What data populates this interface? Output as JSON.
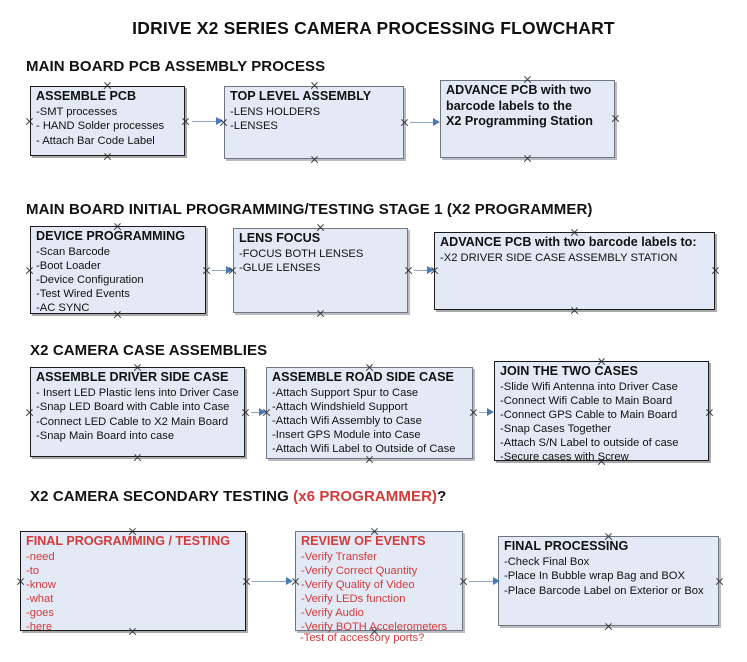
{
  "document": {
    "title": "IDRIVE X2  SERIES CAMERA PROCESSING FLOWCHART",
    "colors": {
      "box_fill": "#e3eaf5",
      "box_border": "#1b1b1b",
      "accent_red": "#d33a3a",
      "connector": "#8ba6c6",
      "arrow": "#4a7ab5"
    }
  },
  "sections": [
    {
      "heading": "MAIN BOARD PCB ASSEMBLY PROCESS",
      "heading_accent": "",
      "boxes": [
        {
          "title": "ASSEMBLE PCB",
          "lines": [
            "-SMT processes",
            "- HAND Solder processes",
            "- Attach Bar Code Label"
          ]
        },
        {
          "title": "TOP LEVEL ASSEMBLY",
          "lines": [
            "-LENS HOLDERS",
            "-LENSES"
          ]
        },
        {
          "title": "ADVANCE PCB with two",
          "lines": [
            "barcode labels to the",
            " X2 Programming Station"
          ]
        }
      ]
    },
    {
      "heading": "MAIN BOARD INITIAL PROGRAMMING/TESTING STAGE 1 (X2 PROGRAMMER)",
      "heading_accent": "",
      "boxes": [
        {
          "title": "DEVICE PROGRAMMING",
          "lines": [
            "-Scan Barcode",
            "-Boot Loader",
            "-Device Configuration",
            "-Test Wired Events",
            "-AC SYNC"
          ]
        },
        {
          "title": "LENS FOCUS",
          "lines": [
            "-FOCUS BOTH LENSES",
            "-GLUE LENSES"
          ]
        },
        {
          "title": "ADVANCE PCB with two barcode labels to:",
          "lines": [
            "-X2 DRIVER  SIDE  CASE  ASSEMBLY STATION"
          ]
        }
      ]
    },
    {
      "heading": "X2 CAMERA CASE ASSEMBLIES",
      "heading_accent": "",
      "boxes": [
        {
          "title": "ASSEMBLE DRIVER SIDE CASE",
          "lines": [
            "- Insert LED Plastic lens into Driver Case",
            "-Snap LED Board with Cable into Case",
            "-Connect LED Cable to X2 Main Board",
            "-Snap Main Board into case"
          ]
        },
        {
          "title": "ASSEMBLE ROAD SIDE CASE",
          "lines": [
            "-Attach Support Spur to Case",
            "-Attach Windshield Support",
            "-Attach Wifi Assembly to Case",
            "-Insert GPS Module into Case",
            "-Attach Wifi Label to Outside of Case"
          ]
        },
        {
          "title": "JOIN THE TWO CASES",
          "lines": [
            "-Slide Wifi Antenna into Driver Case",
            "-Connect Wifi Cable to Main Board",
            "-Connect GPS Cable to Main Board",
            "-Snap Cases Together",
            "-Attach S/N Label to outside of case",
            "-Secure cases with Screw"
          ]
        }
      ]
    },
    {
      "heading": "X2 CAMERA SECONDARY TESTING ",
      "heading_accent": "(x6 PROGRAMMER)",
      "heading_tail": "?",
      "boxes": [
        {
          "title": "FINAL PROGRAMMING / TESTING",
          "lines": [
            "-need",
            "-to",
            "-know",
            "-what",
            "-goes",
            "-here"
          ]
        },
        {
          "title": "REVIEW OF EVENTS",
          "lines": [
            "-Verify Transfer",
            "-Verify Correct Quantity",
            "-Verify Quality of Video",
            "-Verify LEDs function",
            "-Verify Audio",
            "-Verify BOTH Accelerometers"
          ],
          "overflow_line": "-Test of accessory ports?"
        },
        {
          "title": "FINAL PROCESSING",
          "lines": [
            " -Check Final Box",
            "-Place In Bubble wrap Bag and BOX",
            "-Place Barcode Label on Exterior or Box"
          ]
        }
      ]
    }
  ]
}
